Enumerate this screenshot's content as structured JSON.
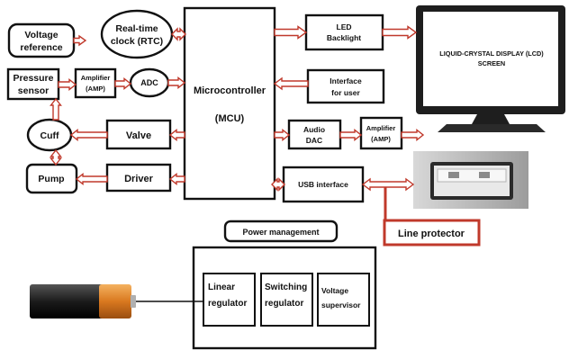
{
  "blocks": {
    "voltage_reference": [
      "Voltage",
      "reference"
    ],
    "rtc": [
      "Real-time",
      "clock (RTC)"
    ],
    "pressure_sensor": [
      "Pressure",
      "sensor"
    ],
    "amplifier_in": [
      "Amplifier",
      "(AMP)"
    ],
    "adc": "ADC",
    "cuff": "Cuff",
    "valve": "Valve",
    "pump": "Pump",
    "driver": "Driver",
    "mcu": [
      "Microcontroller",
      "(MCU)"
    ],
    "led_backlight": [
      "LED",
      "Backlight"
    ],
    "interface_user": [
      "Interface",
      "for user"
    ],
    "audio_dac": [
      "Audio",
      "DAC"
    ],
    "amplifier_out": [
      "Amplifier",
      "(AMP)"
    ],
    "usb_interface": "USB interface",
    "lcd_screen": [
      "LIQUID-CRYSTAL DISPLAY (LCD)",
      "SCREEN"
    ],
    "line_protector": "Line protector",
    "power_management": "Power management",
    "linear_regulator": [
      "Linear",
      "regulator"
    ],
    "switching_regulator": [
      "Switching",
      "regulator"
    ],
    "voltage_supervisor": [
      "Voltage",
      "supervisor"
    ]
  },
  "colors": {
    "arrow_outline": "#c0392b",
    "box_border": "#111111",
    "monitor_body": "#1e1e1e",
    "battery_body": "#1c1c1c",
    "battery_cap": "#e08a2a"
  }
}
